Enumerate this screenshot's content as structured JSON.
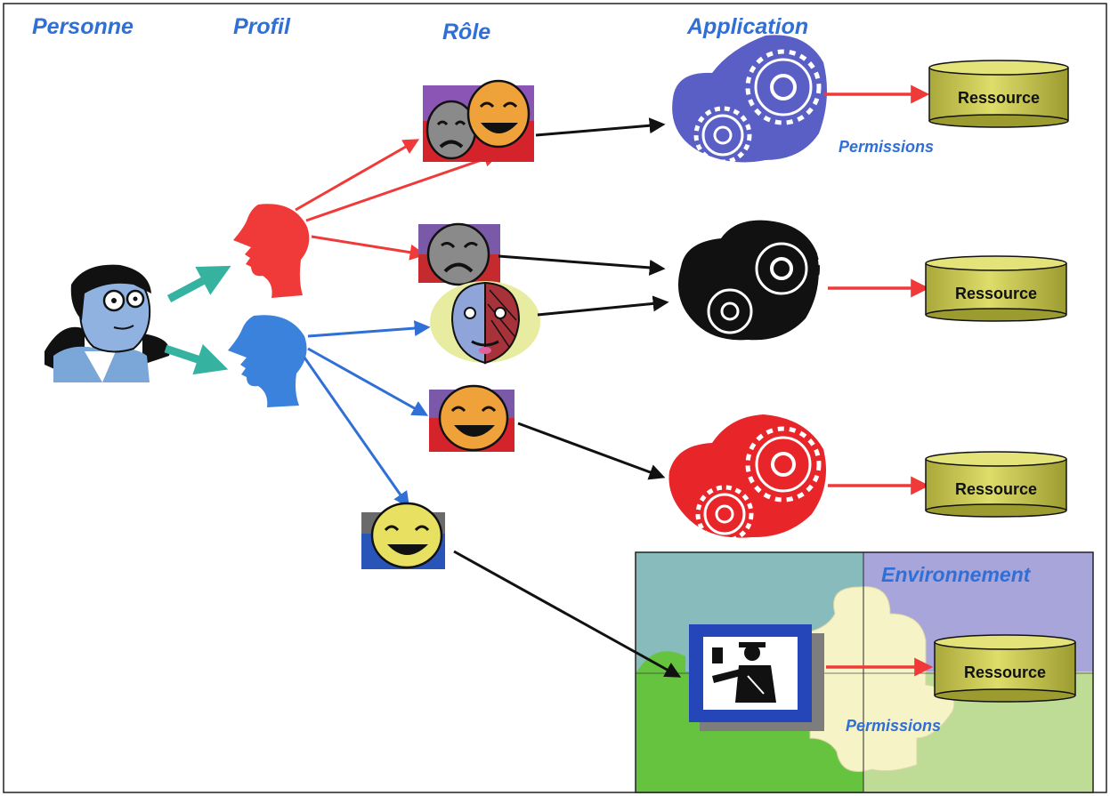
{
  "headers": {
    "personne": "Personne",
    "profil": "Profil",
    "role": "Rôle",
    "application": "Application",
    "environnement": "Environnement"
  },
  "resources": [
    "Ressource",
    "Ressource",
    "Ressource",
    "Ressource"
  ],
  "permissions": [
    "Permissions",
    "Permissions"
  ],
  "colors": {
    "header_blue": "#2f6fd6",
    "arrow_red": "#f03a3a",
    "arrow_blue": "#2f6fd6",
    "arrow_black": "#111111",
    "arrow_teal": "#36b3a0",
    "app_blue": "#5a5fc6",
    "app_black": "#111111",
    "app_red": "#e8262a",
    "resource_fill": "#d4d45a",
    "env_teal": "#88bcbc",
    "env_lavender": "#a8a5da",
    "env_green": "#66c33f",
    "env_lightgreen": "#bfdc96",
    "env_puzzle": "#f6f3c7"
  },
  "icons": {
    "person": "person-icon",
    "profiles": [
      "red-head-profile-icon",
      "blue-head-profile-icon"
    ],
    "roles": [
      "theater-masks-icon",
      "sad-mask-icon",
      "half-mask-icon",
      "happy-orange-mask-icon",
      "happy-yellow-mask-icon"
    ],
    "applications": [
      "blue-gears-icon",
      "black-gears-icon",
      "red-gears-icon"
    ],
    "guard": "security-guard-icon"
  }
}
